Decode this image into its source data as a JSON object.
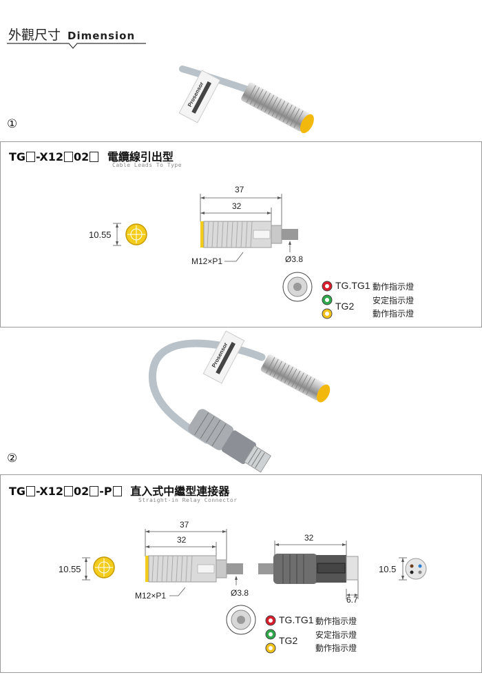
{
  "header": {
    "title_cn": "外觀尺寸",
    "title_en": "Dimension"
  },
  "section1": {
    "number": "①",
    "model_parts": [
      "TG",
      "-X12",
      "02",
      ""
    ],
    "title_cn": "電纜線引出型",
    "subtitle_en": "Cable Leads To Type",
    "photo_brand": "Prosensor",
    "dims": {
      "len_total": "37",
      "len_body": "32",
      "face": "10.55",
      "thread": "M12×P1",
      "cable": "Ø3.8"
    },
    "leds": [
      {
        "group": "TG.TG1",
        "label": "動作指示燈",
        "color": "#d81e2c"
      },
      {
        "group": "",
        "label": "安定指示燈",
        "color": "#2ea84a"
      },
      {
        "group": "TG2",
        "label": "動作指示燈",
        "color": "#f2c21a"
      }
    ]
  },
  "section2": {
    "number": "②",
    "model_parts": [
      "TG",
      "-X12",
      "02",
      "-P",
      ""
    ],
    "title_cn": "直入式中繼型連接器",
    "subtitle_en": "Straight-in Relay Connector",
    "photo_brand": "Prosensor",
    "dims": {
      "len_total": "37",
      "len_body": "32",
      "face": "10.55",
      "thread": "M12×P1",
      "cable": "Ø3.8",
      "conn_len": "32",
      "conn_tip": "6.7",
      "conn_face": "10.5"
    },
    "leds": [
      {
        "group": "TG.TG1",
        "label": "動作指示燈",
        "color": "#d81e2c"
      },
      {
        "group": "",
        "label": "安定指示燈",
        "color": "#2ea84a"
      },
      {
        "group": "TG2",
        "label": "動作指示燈",
        "color": "#f2c21a"
      }
    ]
  }
}
